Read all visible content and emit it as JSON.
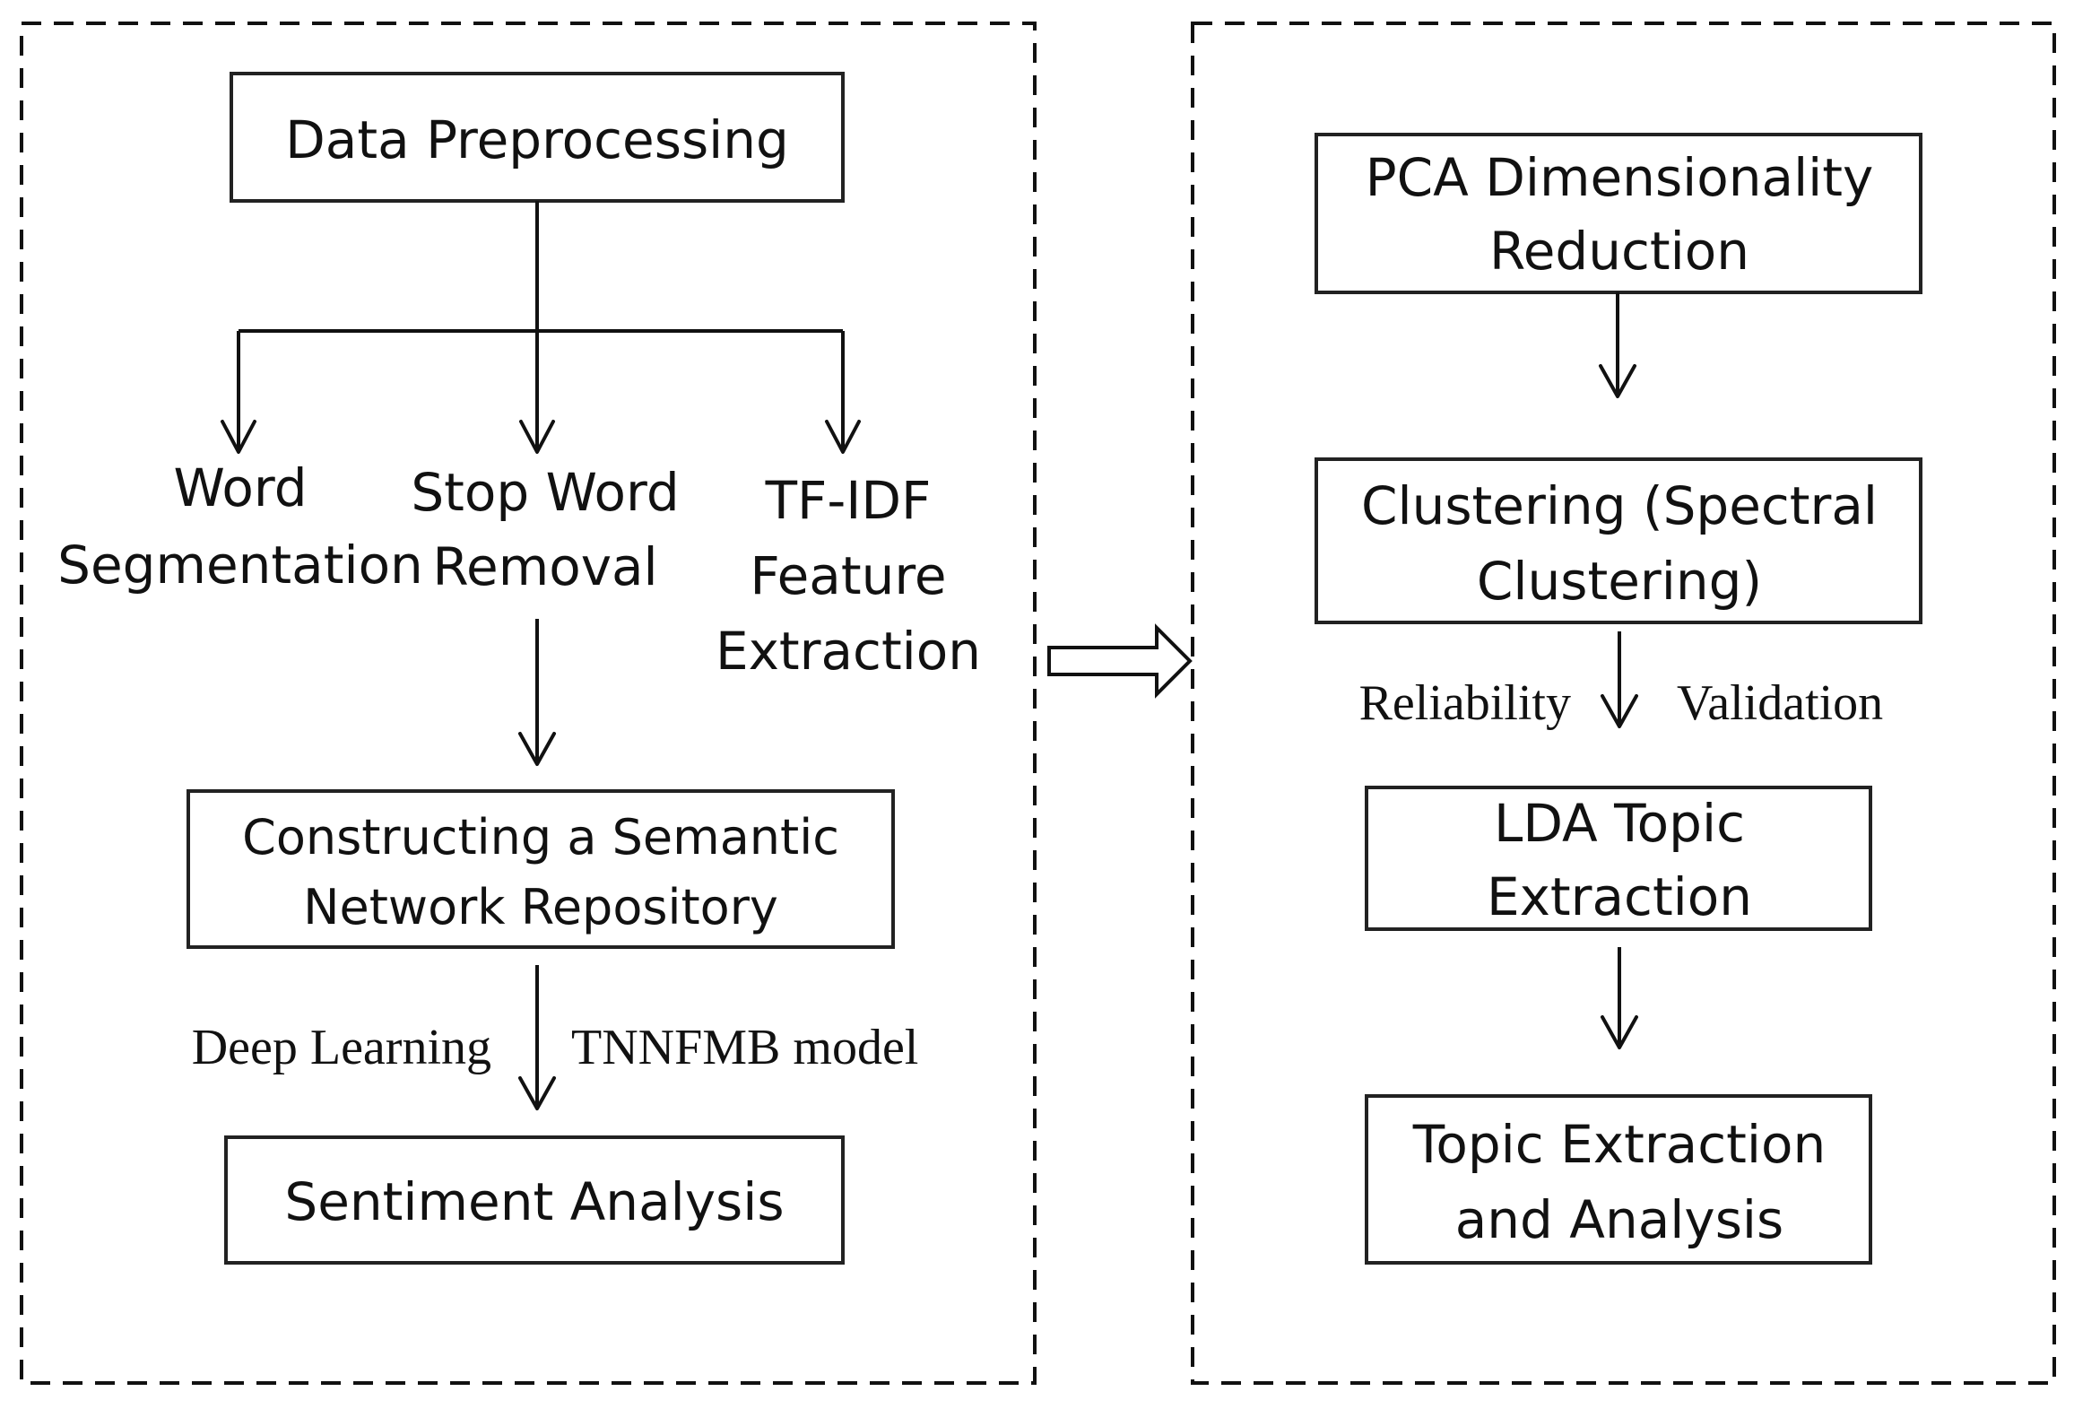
{
  "left_panel": {
    "data_preprocessing": "Data Preprocessing",
    "word_segmentation": [
      "Word",
      "Segmentation"
    ],
    "stop_word_removal": [
      "Stop Word",
      "Removal"
    ],
    "tfidf": [
      "TF-IDF",
      "Feature",
      "Extraction"
    ],
    "semantic_network": [
      "Constructing a Semantic",
      "Network Repository"
    ],
    "edge_left_label": "Deep Learning",
    "edge_right_label": "TNNFMB model",
    "sentiment_analysis": "Sentiment Analysis"
  },
  "right_panel": {
    "pca": [
      "PCA Dimensionality",
      "Reduction"
    ],
    "clustering": [
      "Clustering (Spectral",
      "Clustering)"
    ],
    "edge_left_label": "Reliability",
    "edge_right_label": "Validation",
    "lda": [
      "LDA Topic",
      "Extraction"
    ],
    "topic_analysis": [
      "Topic Extraction",
      "and Analysis"
    ]
  }
}
